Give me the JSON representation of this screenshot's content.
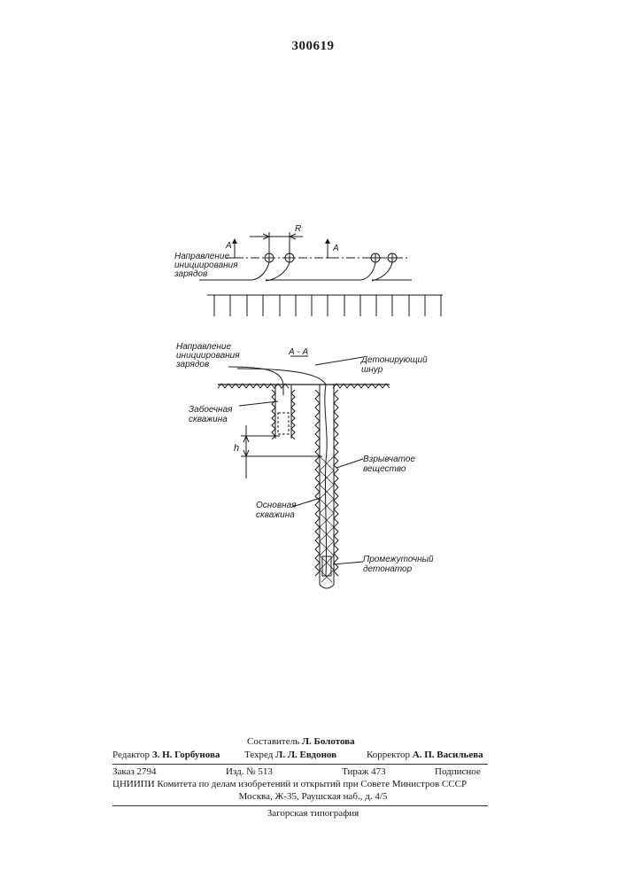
{
  "patent_number": "300619",
  "plan_view": {
    "section_mark_left": "А",
    "section_mark_right": "А",
    "spacing_label": "R",
    "initiation_label": [
      "Направление",
      "инициирования",
      "зарядов"
    ]
  },
  "section_view": {
    "section_title": "А - А",
    "initiation_label": [
      "Направление",
      "инициирования",
      "зарядов"
    ],
    "cord_label": [
      "Детонирующий",
      "шнур"
    ],
    "stemming_hole_label": [
      "Забоечная",
      "скважина"
    ],
    "depth_label": "h",
    "explosive_label": [
      "Взрывчатое",
      "вещество"
    ],
    "main_hole_label": [
      "Основная",
      "скважина"
    ],
    "detonator_label": [
      "Промежуточный",
      "детонатор"
    ]
  },
  "colophon": {
    "composer_prefix": "Составитель",
    "composer_name": "Л. Болотова",
    "editor_prefix": "Редактор",
    "editor_name": "З. Н. Горбунова",
    "tech_prefix": "Техред",
    "tech_name": "Л. Л. Евдонов",
    "corrector_prefix": "Корректор",
    "corrector_name": "А. П. Васильева",
    "order": "Заказ 2794",
    "edition": "Изд. № 513",
    "print_run": "Тираж 473",
    "subscription": "Подписное",
    "institute": "ЦНИИПИ Комитета по делам изобретений и открытий при Совете Министров СССР",
    "address": "Москва, Ж-35, Раушская наб., д. 4/5",
    "printer": "Загорская типография"
  }
}
